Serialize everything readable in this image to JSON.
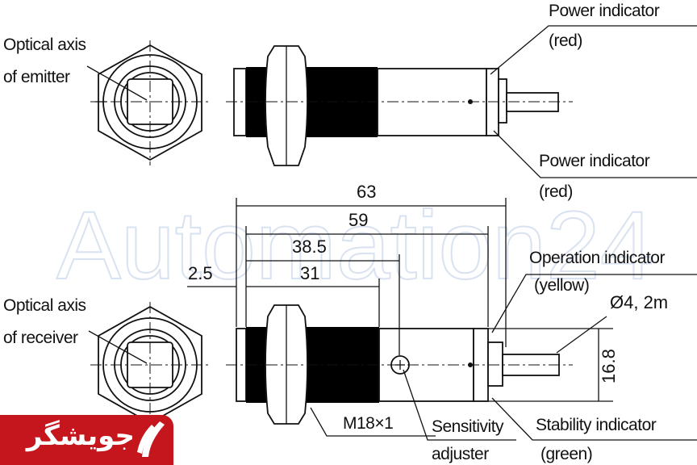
{
  "watermark": "Automation24",
  "labels": {
    "emitter_axis_1": "Optical axis",
    "emitter_axis_2": "of emitter",
    "receiver_axis_1": "Optical axis",
    "receiver_axis_2": "of receiver",
    "power_top_1": "Power indicator",
    "power_top_2": "(red)",
    "power_mid_1": "Power indicator",
    "power_mid_2": "(red)",
    "operation_1": "Operation indicator",
    "operation_2": "(yellow)",
    "cable": "Ø4, 2m",
    "thread": "M18×1",
    "sensitivity_1": "Sensitivity",
    "sensitivity_2": "adjuster",
    "stability_1": "Stability indicator",
    "stability_2": "(green)"
  },
  "dimensions": {
    "total": "63",
    "body": "59",
    "adjuster": "38.5",
    "thread_len": "31",
    "lens": "2.5",
    "height": "16.8"
  },
  "logo": {
    "text": "جویشگر",
    "color": "#c4161c"
  }
}
